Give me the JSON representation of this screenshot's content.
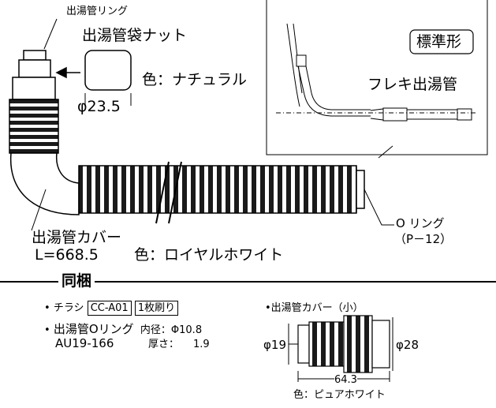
{
  "main": {
    "ring_label": "出湯管リング",
    "nut_label": "出湯管袋ナット",
    "nut_color": "色：ナチュラル",
    "nut_dia": "φ23.5",
    "cover_label": "出湯管カバー",
    "cover_length": "L=668.5",
    "cover_color": "色：ロイヤルホワイト",
    "oring_label": "O リング",
    "oring_code": "（P－12）"
  },
  "inset": {
    "standard_label": "標準形",
    "flex_label": "フレキ出湯管"
  },
  "bundle": {
    "title": "同梱",
    "flyer_label": "チラシ",
    "flyer_code": "CC-A01",
    "flyer_note": "1枚刷り",
    "oring_label": "出湯管Oリング",
    "oring_inner_label": "内径：",
    "oring_inner_value": "Φ10.8",
    "oring_code": "AU19-166",
    "oring_thick_label": "厚さ：",
    "oring_thick_value": "1.9",
    "small_cover_title": "出湯管カバー（小）",
    "small_dia_left": "φ19",
    "small_dia_right": "φ28",
    "small_length": "64.3",
    "small_color": "色：ピュアホワイト"
  }
}
